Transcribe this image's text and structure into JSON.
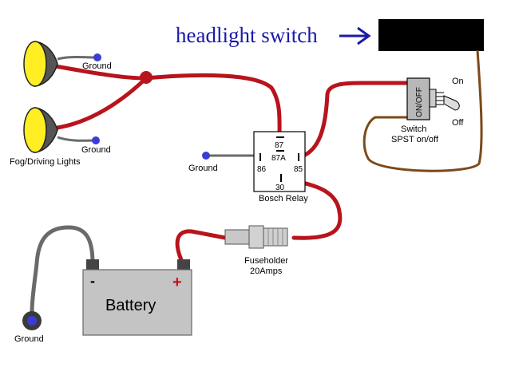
{
  "header": {
    "title": "headlight switch"
  },
  "lights": {
    "label": "Fog/Driving Lights",
    "ground_top": "Ground",
    "ground_bottom": "Ground"
  },
  "relay": {
    "label": "Bosch Relay",
    "pins": {
      "p87": "87",
      "p87a": "87A",
      "p86": "86",
      "p85": "85",
      "p30": "30"
    },
    "ground": "Ground"
  },
  "switch": {
    "body_text": "ON/OFF",
    "on": "On",
    "off": "Off",
    "name": "Switch",
    "type": "SPST on/off"
  },
  "fuse": {
    "name": "Fuseholder",
    "rating": "20Amps"
  },
  "battery": {
    "label": "Battery",
    "neg": "-",
    "pos": "+",
    "ground": "Ground"
  },
  "colors": {
    "wire_power": "#b8141c",
    "wire_ground": "#6a6a6a",
    "wire_switch": "#7a4a1a",
    "title": "#1a1aa8",
    "lamp_lens": "#ffee22",
    "ground_dot": "#3b3bd6"
  }
}
